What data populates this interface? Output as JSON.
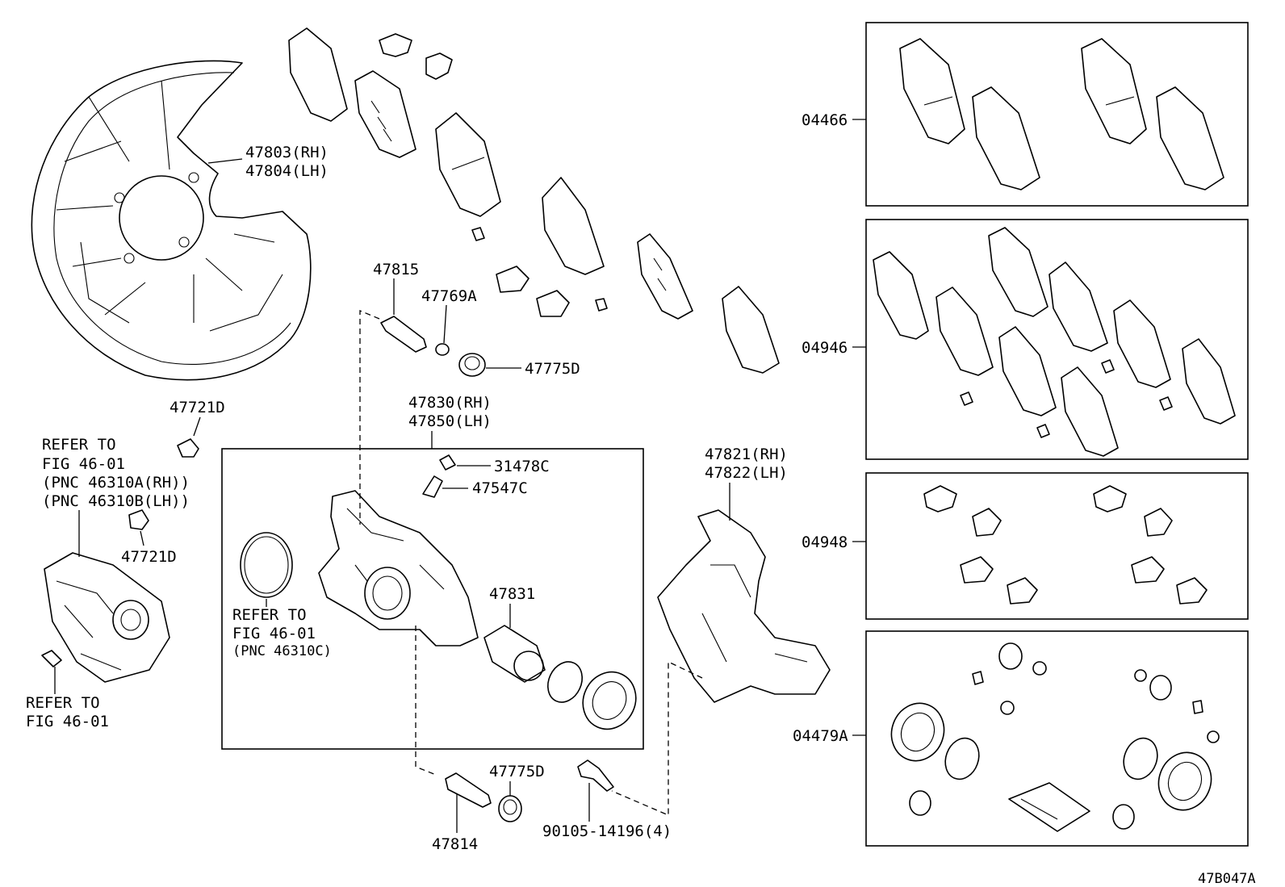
{
  "diagram_id": "47B047A",
  "labels": {
    "dust_cover": [
      "47803(RH)",
      "47804(LH)"
    ],
    "bolt_47721d_top": "47721D",
    "bolt_47721d_bottom": "47721D",
    "refer_motor": [
      "REFER TO",
      "FIG 46-01",
      "(PNC 46310A(RH))",
      "(PNC 46310B(LH))"
    ],
    "refer_connector": [
      "REFER TO",
      "FIG 46-01"
    ],
    "slide_pin_upper": "47815",
    "boot_47769a": "47769A",
    "boot_47775d_upper": "47775D",
    "caliper_assy": [
      "47830(RH)",
      "47850(LH)"
    ],
    "cap_31478c": "31478C",
    "bleeder_47547c": "47547C",
    "refer_seal": [
      "REFER TO",
      "FIG 46-01",
      "(PNC 46310C)"
    ],
    "piston_47831": "47831",
    "mounting": [
      "47821(RH)",
      "47822(LH)"
    ],
    "boot_47775d_lower": "47775D",
    "slide_pin_lower": "47814",
    "bolt_90105": "90105-14196(4)",
    "kit_04466": "04466",
    "kit_04946": "04946",
    "kit_04948": "04948",
    "kit_04479a": "04479A"
  }
}
